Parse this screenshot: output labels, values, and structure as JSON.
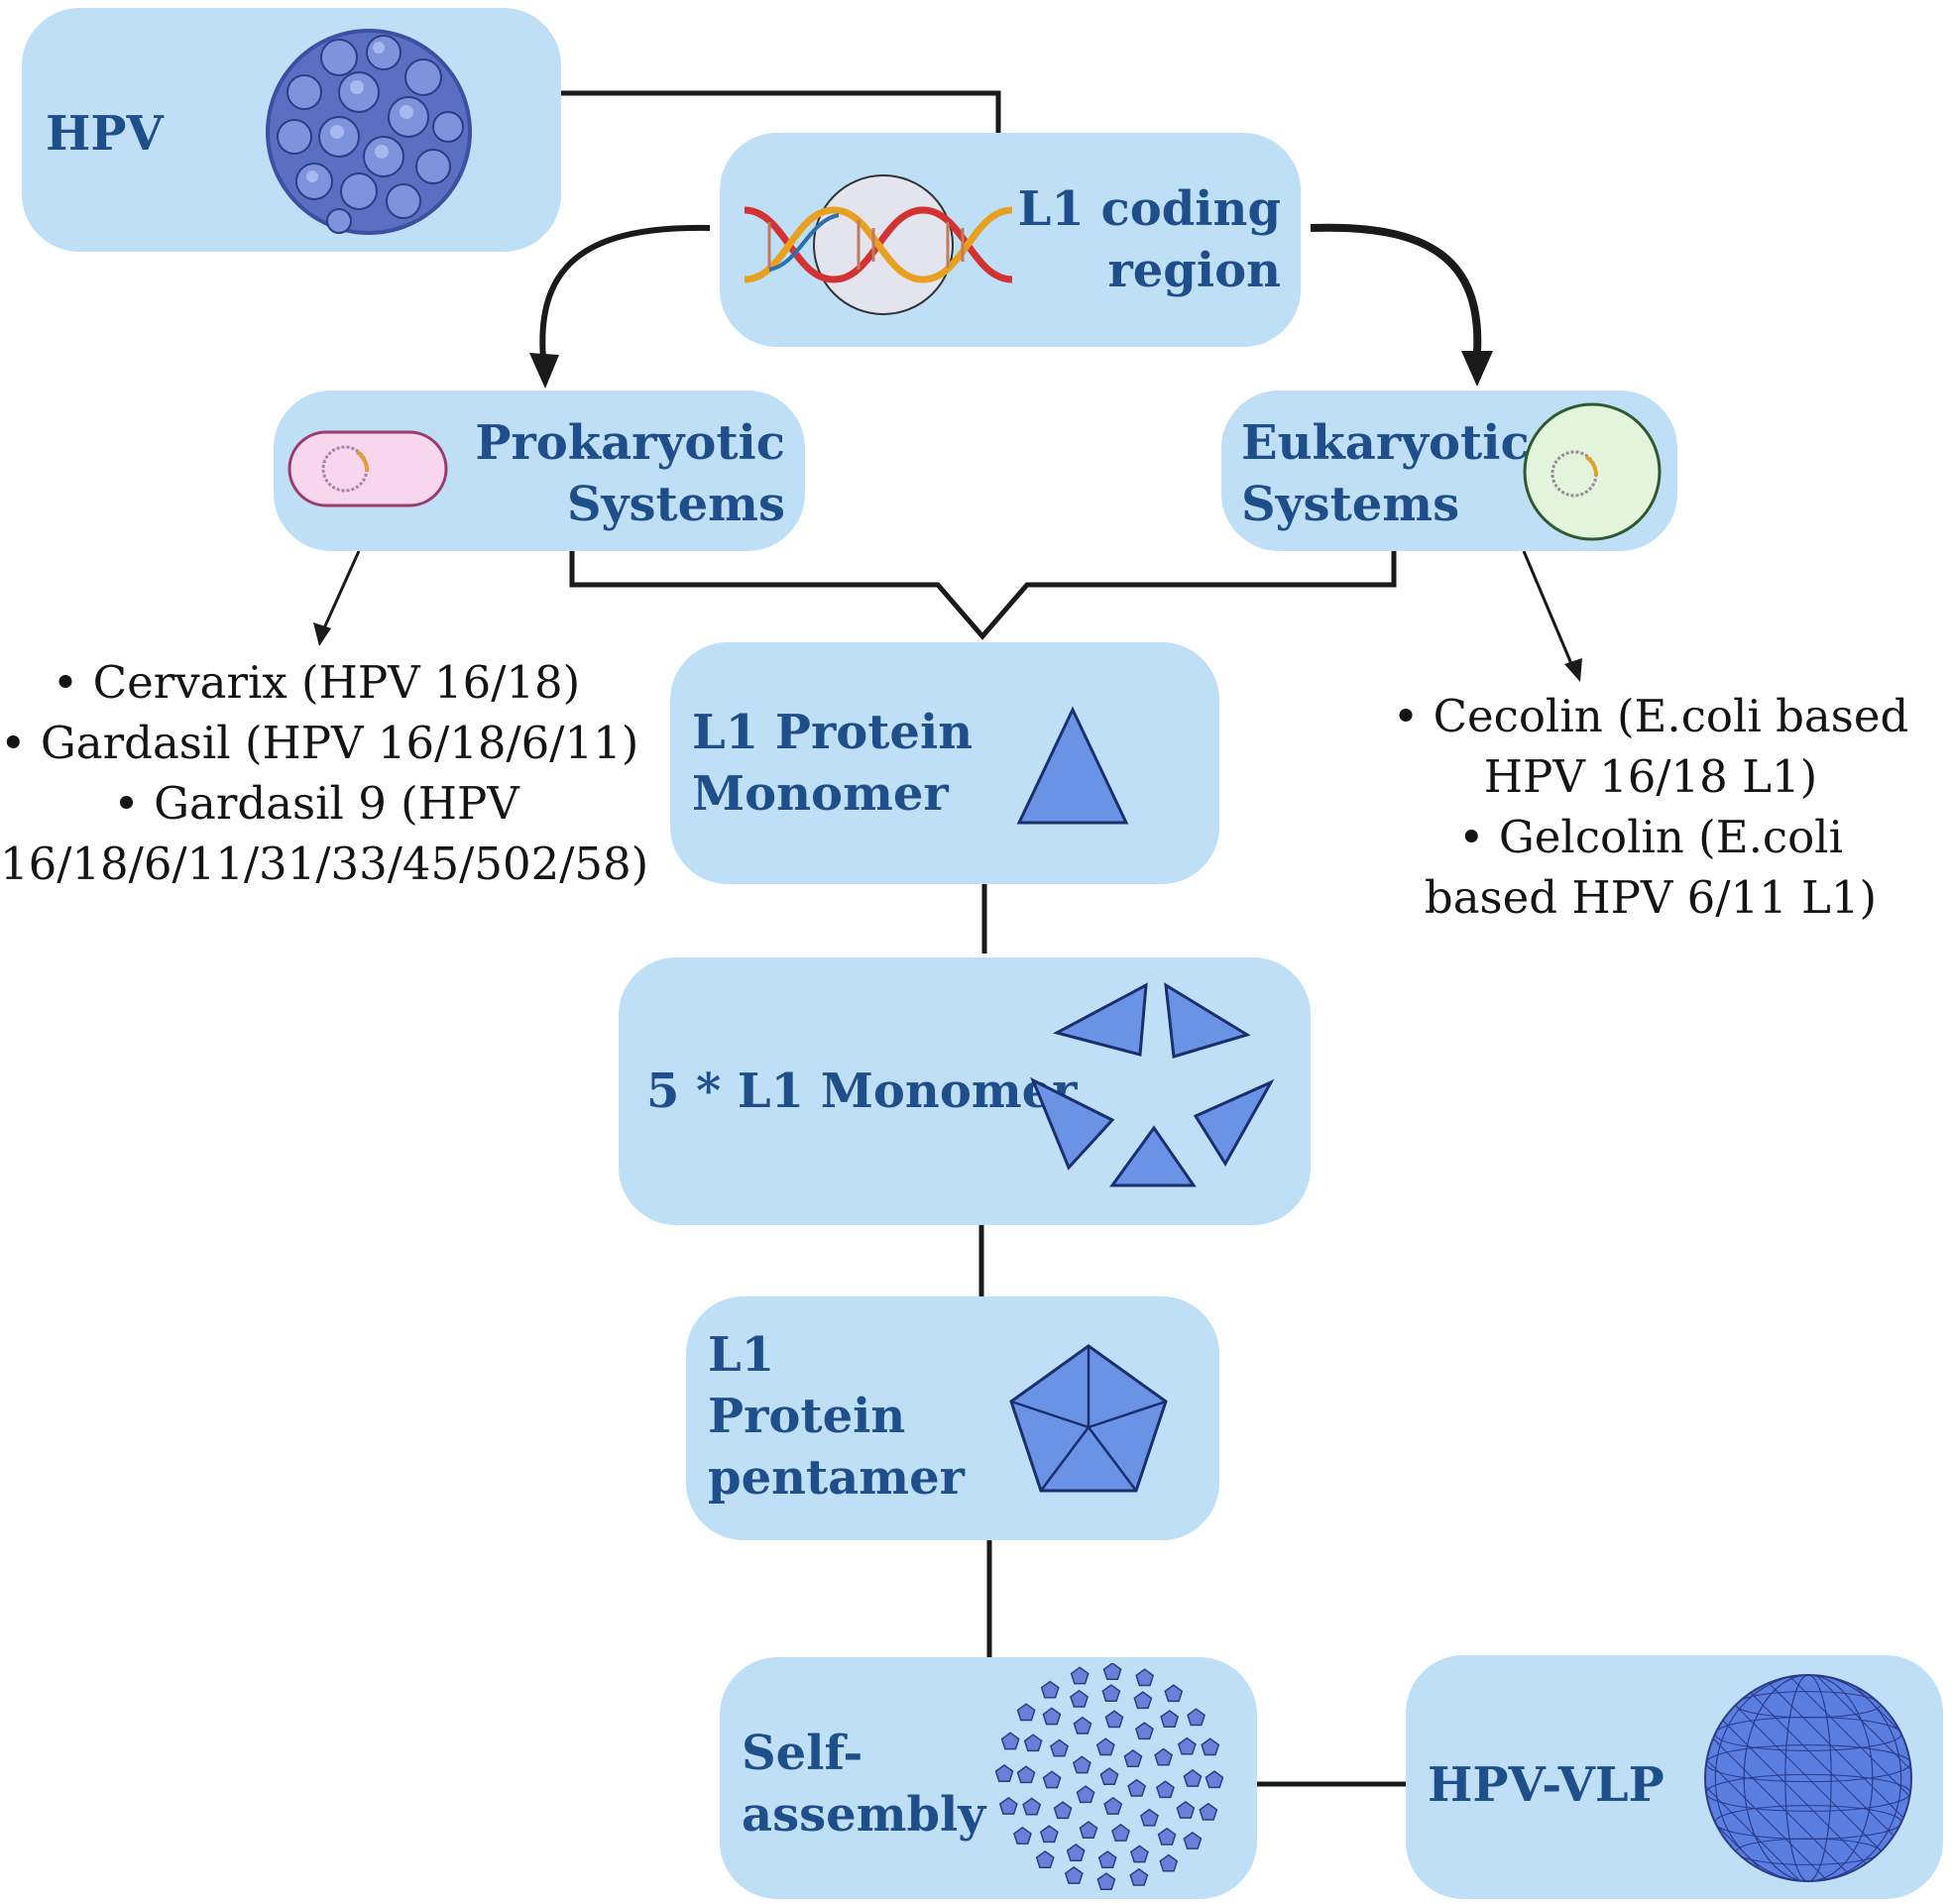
{
  "nodes": {
    "hpv": {
      "label": "HPV",
      "icon": "hpv-virus-icon"
    },
    "l1_coding": {
      "label_line1": "L1 coding",
      "label_line2": "region",
      "icon": "dna-helix-icon"
    },
    "prokaryotic": {
      "label_line1": "Prokaryotic",
      "label_line2": "Systems",
      "icon": "bacterium-plasmid-icon"
    },
    "eukaryotic": {
      "label_line1": "Eukaryotic",
      "label_line2": "Systems",
      "icon": "eukaryotic-cell-icon"
    },
    "monomer": {
      "label_line1": "L1 Protein",
      "label_line2": "Monomer",
      "icon": "triangle-monomer-icon"
    },
    "five_monomer": {
      "label": "5 * L1 Monomer",
      "icon": "five-triangles-icon"
    },
    "pentamer": {
      "label_line1": "L1",
      "label_line2": "Protein",
      "label_line3": "pentamer",
      "icon": "pentagon-pentamer-icon"
    },
    "self_assembly": {
      "label_line1": "Self-",
      "label_line2": "assembly",
      "icon": "pentamer-cluster-icon"
    },
    "vlp": {
      "label": "HPV-VLP",
      "icon": "vlp-sphere-icon"
    }
  },
  "prokaryotic_vaccines": [
    "• Cervarix (HPV 16/18)",
    "• Gardasil (HPV 16/18/6/11)",
    "• Gardasil 9 (HPV",
    "16/18/6/11/31/33/45/502/58)"
  ],
  "eukaryotic_vaccines": [
    "• Cecolin (E.coli based",
    "HPV 16/18 L1)",
    "• Gelcolin (E.coli",
    "based HPV 6/11 L1)"
  ],
  "colors": {
    "box_fill": "#bfdff6",
    "label_text": "#1f4f8a",
    "icon_blue": "#6a93e6",
    "icon_stroke": "#1a2f6e",
    "connector": "#1a1a1a"
  }
}
